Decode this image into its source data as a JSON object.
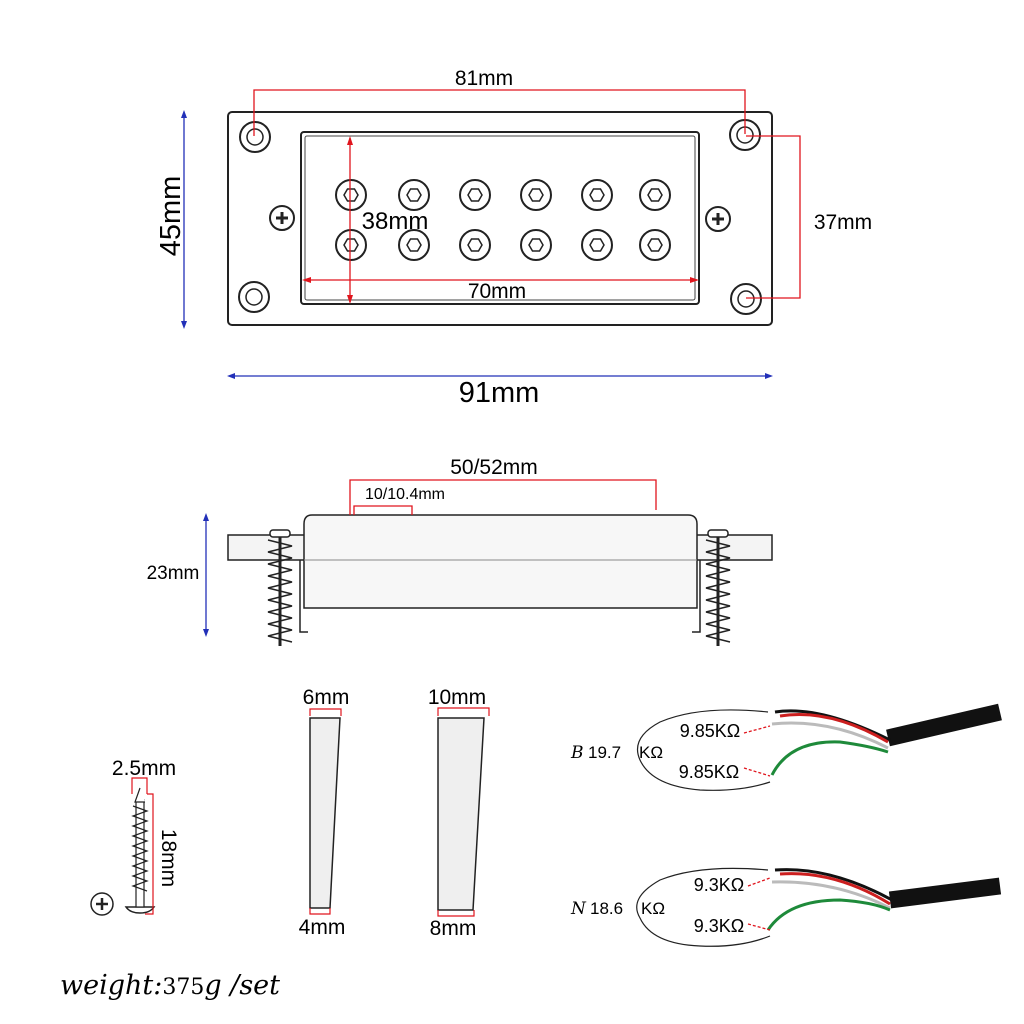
{
  "top_view": {
    "screw_spacing": "81mm",
    "total_height": "45mm",
    "pole_height": "38mm",
    "hole_spacing": "37mm",
    "pole_width": "70mm",
    "total_width": "91mm"
  },
  "side_view": {
    "length": "50/52mm",
    "pole_offset": "10/10.4mm",
    "height": "23mm"
  },
  "screw": {
    "diameter": "2.5mm",
    "length": "18mm"
  },
  "shims": {
    "small": {
      "top": "6mm",
      "bottom": "4mm"
    },
    "large": {
      "top": "10mm",
      "bottom": "8mm"
    }
  },
  "wiring": {
    "bridge": {
      "letter": "B",
      "total": "19.7",
      "unit": "KΩ",
      "coil_top": "9.85KΩ",
      "coil_bottom": "9.85KΩ"
    },
    "neck": {
      "letter": "N",
      "total": "18.6",
      "unit": "KΩ",
      "coil_top": "9.3KΩ",
      "coil_bottom": "9.3KΩ"
    }
  },
  "weight": {
    "label": "weight:",
    "value": "375",
    "unit": "g /set"
  },
  "colors": {
    "dimension_red": "#e0151d",
    "dimension_blue": "#2230b8",
    "wire_green": "#1e8a3a",
    "wire_red": "#cc1f1f"
  }
}
